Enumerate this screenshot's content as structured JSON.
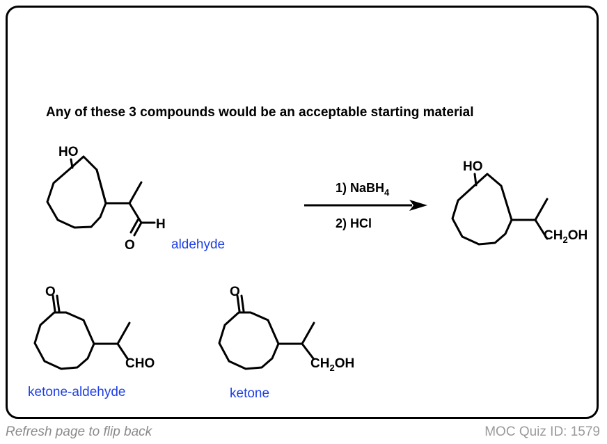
{
  "heading": "Any of these 3 compounds would be an acceptable starting material",
  "compounds": {
    "aldehyde": {
      "label": "aldehyde",
      "ho": "HO",
      "o": "O",
      "h": "H"
    },
    "ketone_aldehyde": {
      "label": "ketone-aldehyde",
      "o": "O",
      "cho": "CHO"
    },
    "ketone": {
      "label": "ketone",
      "o": "O",
      "ch2oh_ch": "CH",
      "ch2oh_sub": "2",
      "ch2oh_oh": "OH"
    },
    "product": {
      "ho": "HO",
      "ch2oh_ch": "CH",
      "ch2oh_sub": "2",
      "ch2oh_oh": "OH"
    }
  },
  "reaction": {
    "step1_main": "1) NaBH",
    "step1_sub": "4",
    "step2": "2) HCl"
  },
  "footer": {
    "left": "Refresh page to flip back",
    "right": "MOC Quiz ID: 1579"
  }
}
